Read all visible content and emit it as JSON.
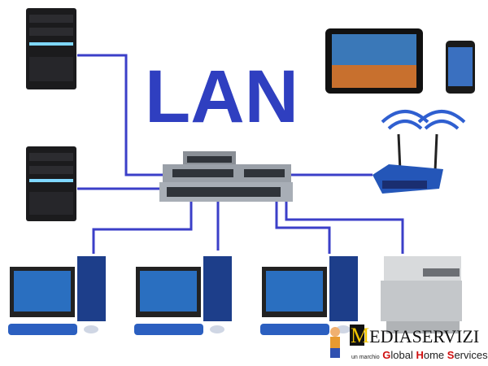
{
  "title": "LAN",
  "logo": {
    "brand_initial": "M",
    "brand_rest": "EDIASERVIZI",
    "tagline_prefix": "un marchio",
    "tagline_g": "G",
    "tagline_1": "lobal ",
    "tagline_h": "H",
    "tagline_2": "ome ",
    "tagline_s": "S",
    "tagline_3": "ervices"
  },
  "colors": {
    "link": "#3b3fc8",
    "title": "#2f3fc0",
    "logo_red": "#d01010"
  }
}
